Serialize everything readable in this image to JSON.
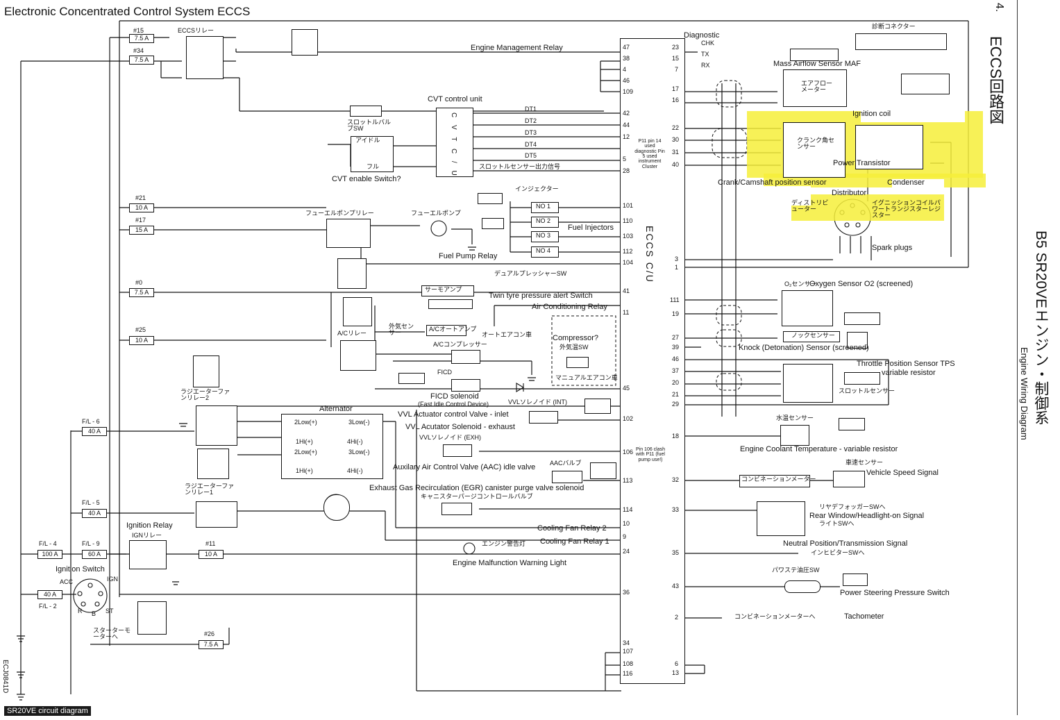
{
  "title": "Electronic  Concentrated Control System ECCS",
  "caption": "SR20VE circuit diagram",
  "side": {
    "page_no": "4.",
    "eccs_jp": "ECCS回路図",
    "b5": "B5  SR20VEエンジン・制御系",
    "wiring": "Engine Wiring Diagram",
    "code": "ECJ0841D"
  },
  "ecu": {
    "label": "ECCS  C/U",
    "note_p11": "P11 pin 14 used diagnostic Pin 5 used instrument Cluster",
    "note_p106": "Pin 106 clash with P11 (fuel pump use!)"
  },
  "fuses": [
    {
      "id": "#15",
      "rating": "7.5 A"
    },
    {
      "id": "#34",
      "rating": "7.5 A"
    },
    {
      "id": "#21",
      "rating": "10 A"
    },
    {
      "id": "#17",
      "rating": "15 A"
    },
    {
      "id": "#0",
      "rating": "7.5 A"
    },
    {
      "id": "#25",
      "rating": "10 A"
    },
    {
      "id": "F/L - 6",
      "rating": "40 A"
    },
    {
      "id": "F/L - 5",
      "rating": "40 A"
    },
    {
      "id": "F/L - 4",
      "rating": "100 A"
    },
    {
      "id": "F/L - 9",
      "rating": "60 A"
    },
    {
      "id": "#11",
      "rating": "10 A"
    },
    {
      "id": "F/L - 2",
      "rating": "40 A"
    },
    {
      "id": "#26",
      "rating": "7.5 A"
    }
  ],
  "left_pins": [
    "47",
    "38",
    "4",
    "46",
    "109",
    "42",
    "44",
    "12",
    "5",
    "28",
    "101",
    "110",
    "103",
    "112",
    "104",
    "41",
    "11",
    "45",
    "102",
    "106",
    "113",
    "114",
    "10",
    "9",
    "24",
    "36",
    "34",
    "107",
    "108",
    "116"
  ],
  "right_pins": [
    "23",
    "15",
    "7",
    "17",
    "16",
    "22",
    "30",
    "31",
    "40",
    "3",
    "1",
    "111",
    "19",
    "27",
    "39",
    "46",
    "37",
    "20",
    "21",
    "29",
    "18",
    "32",
    "33",
    "35",
    "43",
    "2",
    "6",
    "13"
  ],
  "diag_pins": [
    "CHK",
    "TX",
    "RX"
  ],
  "labels": {
    "eccs_relay": "ECCSリレー",
    "engine_mgmt_relay": "Engine Management Relay",
    "diagnostic": "Diagnostic",
    "diag_connector": "診断コネクター",
    "maf": "Mass Airflow Sensor MAF",
    "maf_jp": "エアフローメーター",
    "cvt_cu": "CVT control unit",
    "cvt_letters": "C V T C / U",
    "dt1": "DT1",
    "dt2": "DT2",
    "dt3": "DT3",
    "dt4": "DT4",
    "dt5": "DT5",
    "throttle_out": "スロットルセンサー出力信号",
    "throttle_sw": "スロットルバルブSW",
    "idle": "アイドル",
    "full": "フル",
    "cvt_enable": "CVT enable Switch?",
    "ignition_coil": "Ignition coil",
    "crank_jp": "クランク角センサー",
    "power_transistor": "Power Transistor",
    "crank_sensor": "Crank/Camshaft position sensor",
    "condenser": "Condenser",
    "distributor": "Distributor",
    "distributor_jp": "ディストリビューター",
    "ign_coil_jp": "イグニッションコイルパワートランジスターレジスター",
    "spark_plugs": "Spark plugs",
    "injector_jp": "インジェクター",
    "inj1": "NO 1",
    "inj2": "NO 2",
    "inj3": "NO 3",
    "inj4": "NO 4",
    "fuel_injectors": "Fuel Injectors",
    "fuel_pump_relay_jp": "フューエルポンプリレー",
    "fuel_pump_jp": "フューエルポンプ",
    "fuel_pump_relay": "Fuel Pump Relay",
    "dual_pressure_sw": "デュアルプレッシャーSW",
    "thermo_amp": "サーモアンプ",
    "twin_tyre": "Twin tyre pressure alert Switch",
    "ac_relay": "Air Conditioning Relay",
    "ac_relay_jp": "A/Cリレー",
    "outside_sensor": "外気センサー",
    "ac_auto_amp": "A/Cオートアンプ",
    "auto_aircon": "オートエアコン車",
    "ac_compressor_jp": "A/Cコンプレッサー",
    "compressor": "Compressor?",
    "outside_temp_sw": "外気温SW",
    "manual_aircon": "マニュアルエアコン車",
    "ficd": "FICD",
    "ficd_solenoid": "FICD solenoid",
    "ficd_desc": "(Fast Idle Control Device)",
    "rad_fan_relay2": "ラジエーターファンリレー2",
    "rad_fan_relay1": "ラジエーターファンリレー1",
    "alternator": "Alternator",
    "two_low_p": "2Low(+)",
    "three_low_m": "3Low(-)",
    "one_hi_p": "1Hi(+)",
    "four_hi_m": "4Hi(-)",
    "vvl_int": "VVLソレノイド (INT)",
    "vvl_inlet": "VVL Actuator control Valve - inlet",
    "vvl_exh": "VVL Acutator Solenoid - exhaust",
    "vvl_exh_jp": "VVLソレノイド (EXH)",
    "aac_valve": "Auxilary Air Control Valve (AAC) idle valve",
    "aac_jp": "AACバルブ",
    "egr": "Exhaust Gas Recirculation (EGR) canister purge valve solenoid",
    "egr_jp": "キャニスターパージコントロールバルブ",
    "cooling_fan2": "Cooling Fan Relay 2",
    "cooling_fan1": "Cooling Fan Relay 1",
    "ignition_relay": "Ignition Relay",
    "ign_relay_jp": "IGNリレー",
    "engine_warn_jp": "エンジン警告灯",
    "engine_warn": "Engine Malfunction Warning Light",
    "ignition_switch": "Ignition Switch",
    "acc": "ACC",
    "ign": "IGN",
    "r": "R",
    "b": "B",
    "st": "ST",
    "starter_jp": "スターターモーターへ",
    "o2_jp": "O₂センサー",
    "o2_sensor": "Oxygen Sensor O2 (screened)",
    "knock_jp": "ノックセンサー",
    "knock": "Knock (Detonation) Sensor (screened)",
    "tps": "Throttle Position Sensor TPS",
    "tps_var": "variable resistor",
    "tps_jp": "スロットルセンサー",
    "coolant_jp": "水温センサー",
    "coolant": "Engine Coolant Temperature - variable resistor",
    "speed_jp": "車速センサー",
    "combi_meter": "コンビネーションメーター",
    "vss": "Vehicle Speed Signal",
    "rear_defog_jp": "リヤデフォッガーSWへ",
    "light_sw_jp": "ライトSWへ",
    "rear_window": "Rear  Window/Headlight-on Signal",
    "neutral": "Neutral Position/Transmission Signal",
    "inhibitor_jp": "インヒビターSWへ",
    "ps_oil_jp": "パワステ油圧SW",
    "ps_switch": "Power Steering Pressure Switch",
    "combi_meter_to": "コンビネーションメーターへ",
    "tachometer": "Tachometer"
  }
}
